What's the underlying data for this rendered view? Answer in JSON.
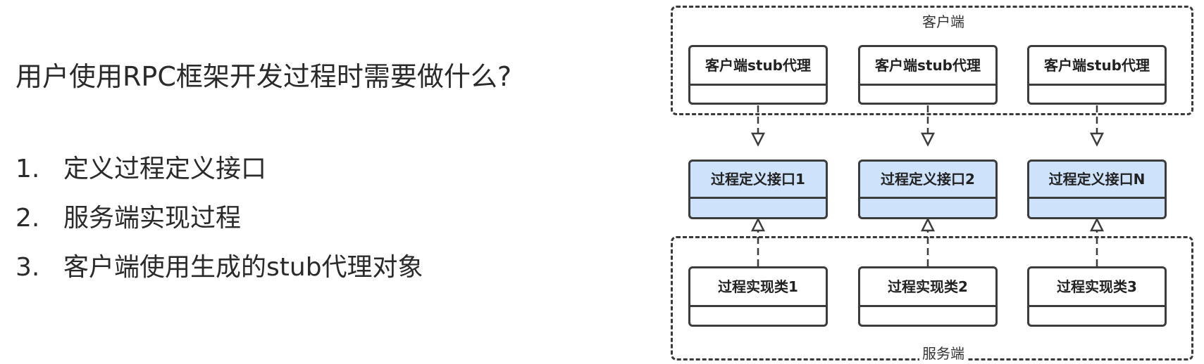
{
  "question": "用户使用RPC框架开发过程时需要做什么?",
  "steps": [
    {
      "num": "1.",
      "text": "定义过程定义接口"
    },
    {
      "num": "2.",
      "text": "服务端实现过程"
    },
    {
      "num": "3.",
      "text": "客户端使用生成的stub代理对象"
    }
  ],
  "diagram": {
    "client_group_label": "客户端",
    "server_group_label": "服务端",
    "client_boxes": [
      "客户端stub代理",
      "客户端stub代理",
      "客户端stub代理"
    ],
    "interface_boxes": [
      "过程定义接口1",
      "过程定义接口2",
      "过程定义接口N"
    ],
    "impl_boxes": [
      "过程实现类1",
      "过程实现类2",
      "过程实现类3"
    ],
    "colors": {
      "interface_fill": "#cfe2fb",
      "line": "#3c3c3c"
    }
  }
}
